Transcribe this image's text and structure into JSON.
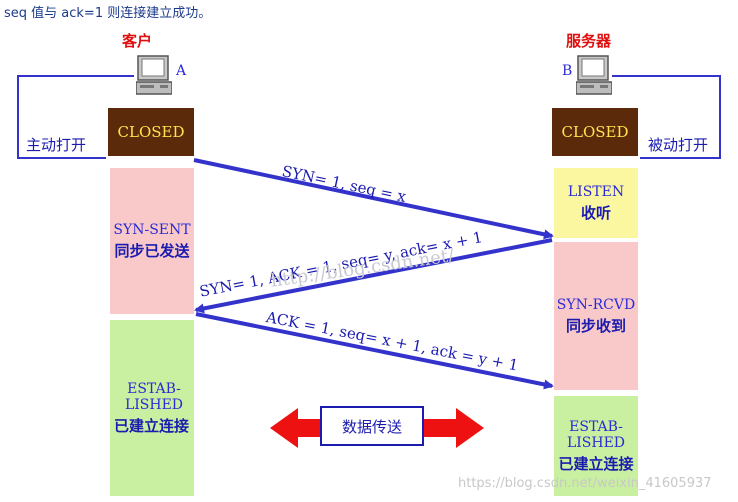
{
  "caption": "seq 值与 ack=1 则连接建立成功。",
  "client": {
    "role": "客户",
    "letter": "A",
    "closed": "CLOSED",
    "action": "主动打开"
  },
  "server": {
    "role": "服务器",
    "letter": "B",
    "closed": "CLOSED",
    "action": "被动打开"
  },
  "states": {
    "syn_sent": {
      "en": "SYN-SENT",
      "zh": "同步已发送"
    },
    "estab_client": {
      "en": "ESTAB-LISHED",
      "zh": "已建立连接"
    },
    "listen": {
      "en": "LISTEN",
      "zh": "收听"
    },
    "syn_rcvd": {
      "en": "SYN-RCVD",
      "zh": "同步收到"
    },
    "estab_server": {
      "en": "ESTAB-LISHED",
      "zh": "已建立连接"
    }
  },
  "messages": {
    "syn": "SYN= 1, seq = x",
    "syn_ack": "SYN= 1, ACK = 1, seq= y, ack= x + 1",
    "ack": "ACK = 1, seq= x + 1, ack = y + 1"
  },
  "transfer": "数据传送",
  "watermark": {
    "middle": "http://blog.csdn.net/",
    "corner": "https://blog.csdn.net/weixin_41605937"
  },
  "colors": {
    "closed_bg": "#5a2a0a",
    "closed_text": "#ffe34d",
    "syn_state": "#f9c9c9",
    "established": "#c9f0a0",
    "listen": "#fbf7a0",
    "arrow": "#3333cc",
    "transfer_arrow": "#ee1111"
  }
}
